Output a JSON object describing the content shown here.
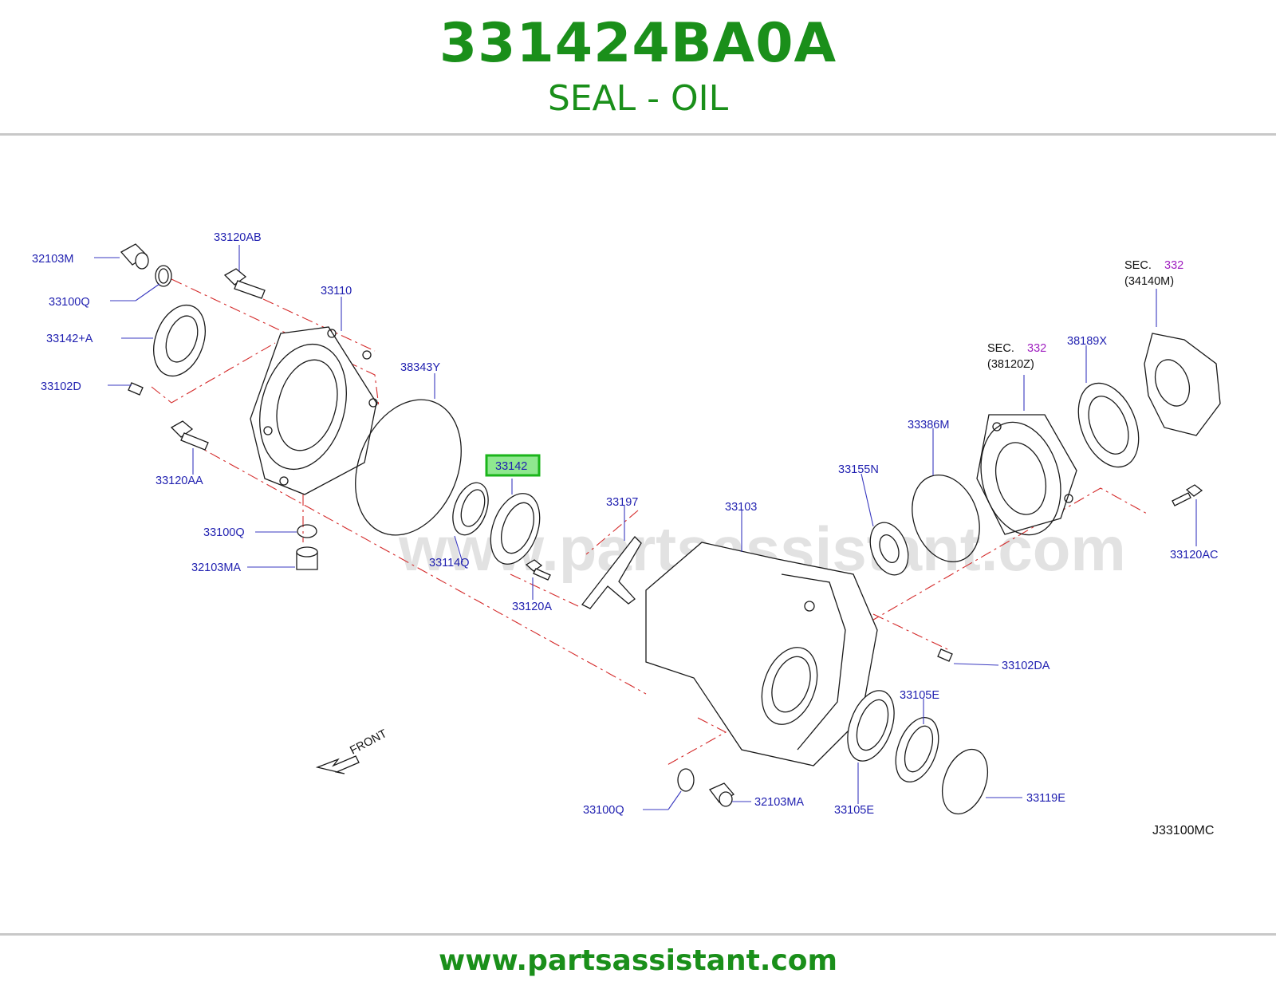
{
  "header": {
    "part_number": "331424BA0A",
    "part_name": "SEAL - OIL"
  },
  "footer": {
    "url": "www.partsassistant.com"
  },
  "diagram": {
    "watermark": "www.partsassistant.com",
    "code": "J33100MC",
    "front_label": "FRONT",
    "highlighted_part": "33142",
    "sec_label": "SEC.",
    "sec_number": "332",
    "callouts": {
      "c32103M": "32103M",
      "c33100Q_a": "33100Q",
      "c33142A": "33142+A",
      "c33102D": "33102D",
      "c33120AB": "33120AB",
      "c33110": "33110",
      "c38343Y": "38343Y",
      "c33120AA": "33120AA",
      "c33100Q_b": "33100Q",
      "c32103MA_a": "32103MA",
      "c33142": "33142",
      "c33114Q": "33114Q",
      "c33120A": "33120A",
      "c33197": "33197",
      "c33103": "33103",
      "c33155N": "33155N",
      "c33386M": "33386M",
      "c38120Z": "(38120Z)",
      "c38189X": "38189X",
      "c34140M": "(34140M)",
      "c33120AC": "33120AC",
      "c33102DA": "33102DA",
      "c33105E_a": "33105E",
      "c33105E_b": "33105E",
      "c33119E": "33119E",
      "c33100Q_c": "33100Q",
      "c32103MA_b": "32103MA"
    }
  }
}
